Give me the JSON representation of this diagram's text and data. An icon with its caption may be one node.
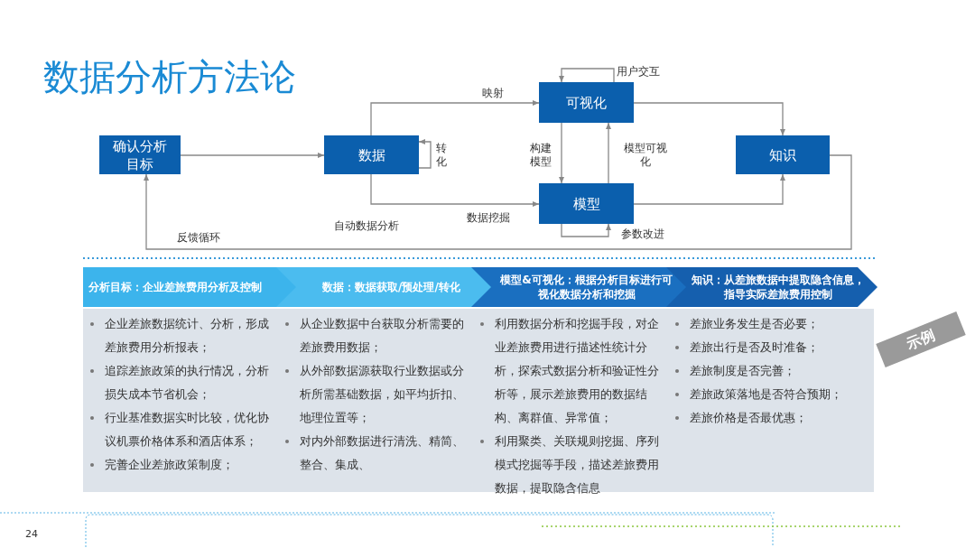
{
  "diagram": {
    "title": "数据分析方法论",
    "nodes": [
      {
        "text": [
          "确认分析目标"
        ]
      },
      {
        "text": [
          "数据"
        ]
      },
      {
        "text": [
          "可视化"
        ]
      },
      {
        "text": [
          "模型"
        ]
      },
      {
        "text": [
          "知识"
        ]
      },
      {
        "text": [
          "分析目标：企业差旅费用分析及控制"
        ]
      },
      {
        "text": [
          "数据：数据获取/预处理/转化"
        ]
      },
      {
        "text": [
          "模型&可视化：根据分析目标进行可视化数据分析和挖掘"
        ]
      },
      {
        "text": [
          "知识：从差旅数据中提取隐含信息，指导实际差旅费用控制"
        ]
      },
      {
        "text": [
          "企业差旅数据统计、分析，形成差旅费用分析报表；",
          "追踪差旅政策的执行情况，分析损失成本节省机会；",
          "行业基准数据实时比较，优化协议机票价格体系和酒店体系；",
          "完善企业差旅政策制度；"
        ]
      },
      {
        "text": [
          "从企业数据中台获取分析需要的差旅费用数据；",
          "从外部数据源获取行业数据或分析所需基础数据，如平均折扣、地理位置等；",
          "对内外部数据进行清洗、精简、整合、集成、"
        ]
      },
      {
        "text": [
          "利用数据分析和挖掘手段，对企业差旅费用进行描述性统计分析，探索式数据分析和验证性分析等，展示差旅费用的数据结构、离群值、异常值；",
          "利用聚类、关联规则挖掘、序列模式挖掘等手段，描述差旅费用数据，提取隐含信息"
        ]
      },
      {
        "text": [
          "差旅业务发生是否必要；",
          "差旅出行是否及时准备；",
          "差旅制度是否完善；",
          "差旅政策落地是否符合预期；",
          "差旅价格是否最优惠；"
        ]
      },
      {
        "text": [
          "示例"
        ]
      }
    ],
    "edges": [
      {
        "from": 0,
        "to": 1,
        "arrow": "to"
      },
      {
        "from": 1,
        "to": 2,
        "arrow": "to",
        "label": "映射"
      },
      {
        "from": 1,
        "to": 3,
        "arrow": "to",
        "label": "数据挖掘"
      },
      {
        "from": 1,
        "to": 1,
        "arrow": "to",
        "label": "转化"
      },
      {
        "from": 2,
        "to": 2,
        "arrow": "to",
        "label": "用户交互"
      },
      {
        "from": 3,
        "to": 3,
        "arrow": "to",
        "label": "参数改进"
      },
      {
        "from": 2,
        "to": 3,
        "arrow": "to",
        "label": "构建模型"
      },
      {
        "from": 3,
        "to": 2,
        "arrow": "to",
        "label": "模型可视化"
      },
      {
        "from": 2,
        "to": 4,
        "arrow": "to"
      },
      {
        "from": 3,
        "to": 4,
        "arrow": "to"
      },
      {
        "from": 4,
        "to": 0,
        "arrow": "to",
        "label": "反馈循环"
      }
    ],
    "labels": [
      "自动数据分析",
      "24"
    ]
  }
}
